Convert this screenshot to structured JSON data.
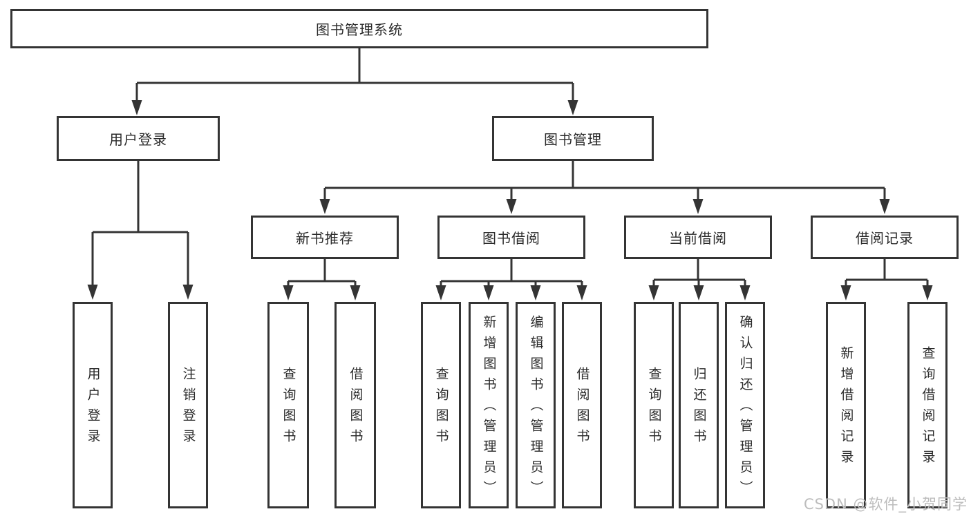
{
  "colors": {
    "line": "#343434",
    "text": "#2b2b2b",
    "watermark": "#bdbdbd",
    "bg": "#ffffff"
  },
  "watermark": "CSDN @软件_小贺同学",
  "tree": {
    "root": {
      "label": "图书管理系统"
    },
    "level1": [
      {
        "label": "用户登录"
      },
      {
        "label": "图书管理"
      }
    ],
    "level2": [
      {
        "label": "新书推荐"
      },
      {
        "label": "图书借阅"
      },
      {
        "label": "当前借阅"
      },
      {
        "label": "借阅记录"
      }
    ],
    "leaves": {
      "user": [
        {
          "label": "用户登录"
        },
        {
          "label": "注销登录"
        }
      ],
      "newbook": [
        {
          "label": "查询图书"
        },
        {
          "label": "借阅图书"
        }
      ],
      "borrow": [
        {
          "label": "查询图书"
        },
        {
          "label": "新增图书（管理员）"
        },
        {
          "label": "编辑图书（管理员）"
        },
        {
          "label": "借阅图书"
        }
      ],
      "current": [
        {
          "label": "查询图书"
        },
        {
          "label": "归还图书"
        },
        {
          "label": "确认归还（管理员）"
        }
      ],
      "record": [
        {
          "label": "新增借阅记录"
        },
        {
          "label": "查询借阅记录"
        }
      ]
    }
  }
}
